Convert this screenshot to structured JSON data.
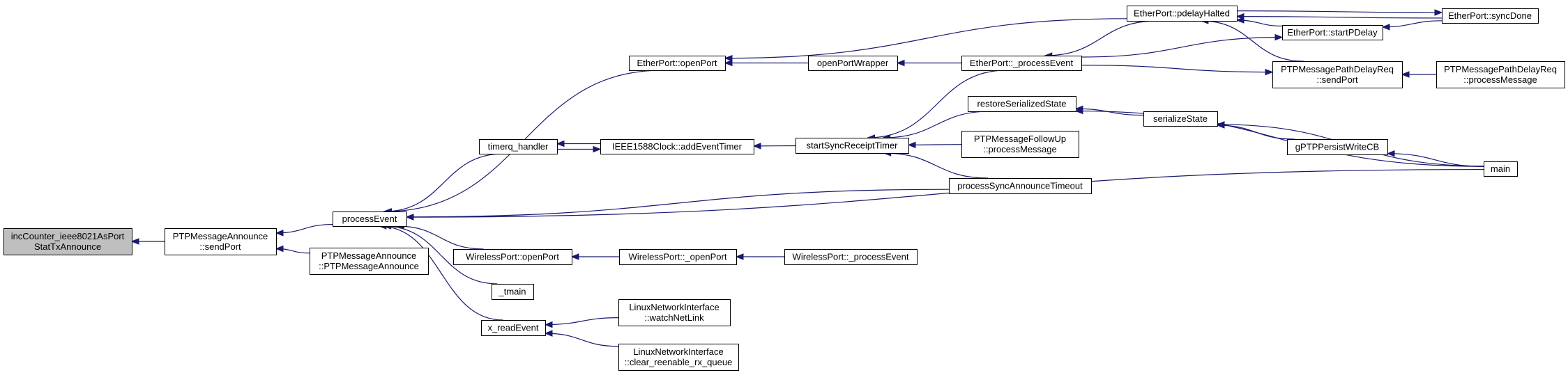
{
  "colors": {
    "edge": "#191970",
    "node_border": "#000000",
    "root_fill": "#bfbfbf",
    "node_fill": "#ffffff"
  },
  "nodes": [
    {
      "id": "n_inc",
      "lines": [
        "incCounter_ieee8021AsPort",
        "StatTxAnnounce"
      ],
      "root": true
    },
    {
      "id": "n_ann_send",
      "lines": [
        "PTPMessageAnnounce",
        "::sendPort"
      ]
    },
    {
      "id": "n_ann_ctor",
      "lines": [
        "PTPMessageAnnounce",
        "::PTPMessageAnnounce"
      ]
    },
    {
      "id": "n_procEvt",
      "lines": [
        "processEvent"
      ]
    },
    {
      "id": "n_eth_open",
      "lines": [
        "EtherPort::openPort"
      ]
    },
    {
      "id": "n_timerq",
      "lines": [
        "timerq_handler"
      ]
    },
    {
      "id": "n_addEvt",
      "lines": [
        "IEEE1588Clock::addEventTimer"
      ]
    },
    {
      "id": "n_openWrap",
      "lines": [
        "openPortWrapper"
      ]
    },
    {
      "id": "n_startSync",
      "lines": [
        "startSyncReceiptTimer"
      ]
    },
    {
      "id": "n_eth_proc",
      "lines": [
        "EtherPort::_processEvent"
      ]
    },
    {
      "id": "n_pdelayHalt",
      "lines": [
        "EtherPort::pdelayHalted"
      ]
    },
    {
      "id": "n_startPD",
      "lines": [
        "EtherPort::startPDelay"
      ]
    },
    {
      "id": "n_syncDone",
      "lines": [
        "EtherPort::syncDone"
      ]
    },
    {
      "id": "n_pdreq_send",
      "lines": [
        "PTPMessagePathDelayReq",
        "::sendPort"
      ]
    },
    {
      "id": "n_pdreq_proc",
      "lines": [
        "PTPMessagePathDelayReq",
        "::processMessage"
      ]
    },
    {
      "id": "n_restore",
      "lines": [
        "restoreSerializedState"
      ]
    },
    {
      "id": "n_serial",
      "lines": [
        "serializeState"
      ]
    },
    {
      "id": "n_gptp",
      "lines": [
        "gPTPPersistWriteCB"
      ]
    },
    {
      "id": "n_main",
      "lines": [
        "main"
      ]
    },
    {
      "id": "n_fup",
      "lines": [
        "PTPMessageFollowUp",
        "::processMessage"
      ]
    },
    {
      "id": "n_syncAnn",
      "lines": [
        "processSyncAnnounceTimeout"
      ]
    },
    {
      "id": "n_wl_open",
      "lines": [
        "WirelessPort::openPort"
      ]
    },
    {
      "id": "n_wl__open",
      "lines": [
        "WirelessPort::_openPort"
      ]
    },
    {
      "id": "n_wl_proc",
      "lines": [
        "WirelessPort::_processEvent"
      ]
    },
    {
      "id": "n_tmain",
      "lines": [
        "_tmain"
      ]
    },
    {
      "id": "n_xread",
      "lines": [
        "x_readEvent"
      ]
    },
    {
      "id": "n_lni_watch",
      "lines": [
        "LinuxNetworkInterface",
        "::watchNetLink"
      ]
    },
    {
      "id": "n_lni_clear",
      "lines": [
        "LinuxNetworkInterface",
        "::clear_reenable_rx_queue"
      ]
    }
  ],
  "edges": [
    {
      "from": "n_ann_send",
      "to": "n_inc"
    },
    {
      "from": "n_procEvt",
      "to": "n_ann_send"
    },
    {
      "from": "n_ann_ctor",
      "to": "n_ann_send"
    },
    {
      "from": "n_eth_open",
      "to": "n_procEvt"
    },
    {
      "from": "n_timerq",
      "to": "n_procEvt"
    },
    {
      "from": "n_syncAnn",
      "to": "n_procEvt"
    },
    {
      "from": "n_main",
      "to": "n_procEvt"
    },
    {
      "from": "n_wl_open",
      "to": "n_procEvt"
    },
    {
      "from": "n_tmain",
      "to": "n_procEvt"
    },
    {
      "from": "n_xread",
      "to": "n_procEvt"
    },
    {
      "from": "n_openWrap",
      "to": "n_eth_open"
    },
    {
      "from": "n_pdelayHalt",
      "to": "n_eth_open"
    },
    {
      "from": "n_eth_proc",
      "to": "n_openWrap"
    },
    {
      "from": "n_addEvt",
      "to": "n_timerq"
    },
    {
      "from": "n_timerq",
      "to": "n_addEvt"
    },
    {
      "from": "n_startSync",
      "to": "n_addEvt"
    },
    {
      "from": "n_eth_proc",
      "to": "n_startSync"
    },
    {
      "from": "n_restore",
      "to": "n_startSync"
    },
    {
      "from": "n_fup",
      "to": "n_startSync"
    },
    {
      "from": "n_syncAnn",
      "to": "n_startSync"
    },
    {
      "from": "n_pdelayHalt",
      "to": "n_eth_proc"
    },
    {
      "from": "n_startPD",
      "to": "n_pdelayHalt"
    },
    {
      "from": "n_syncDone",
      "to": "n_pdelayHalt"
    },
    {
      "from": "n_pdreq_send",
      "to": "n_pdelayHalt"
    },
    {
      "from": "n_syncDone",
      "to": "n_startPD"
    },
    {
      "from": "n_pdelayHalt",
      "to": "n_syncDone"
    },
    {
      "from": "n_eth_proc",
      "to": "n_startPD"
    },
    {
      "from": "n_eth_proc",
      "to": "n_pdreq_send"
    },
    {
      "from": "n_pdreq_proc",
      "to": "n_pdreq_send"
    },
    {
      "from": "n_serial",
      "to": "n_restore"
    },
    {
      "from": "n_main",
      "to": "n_restore"
    },
    {
      "from": "n_main",
      "to": "n_serial"
    },
    {
      "from": "n_gptp",
      "to": "n_serial"
    },
    {
      "from": "n_main",
      "to": "n_gptp"
    },
    {
      "from": "n_wl__open",
      "to": "n_wl_open"
    },
    {
      "from": "n_wl_proc",
      "to": "n_wl__open"
    },
    {
      "from": "n_lni_watch",
      "to": "n_xread"
    },
    {
      "from": "n_lni_clear",
      "to": "n_xread"
    }
  ]
}
